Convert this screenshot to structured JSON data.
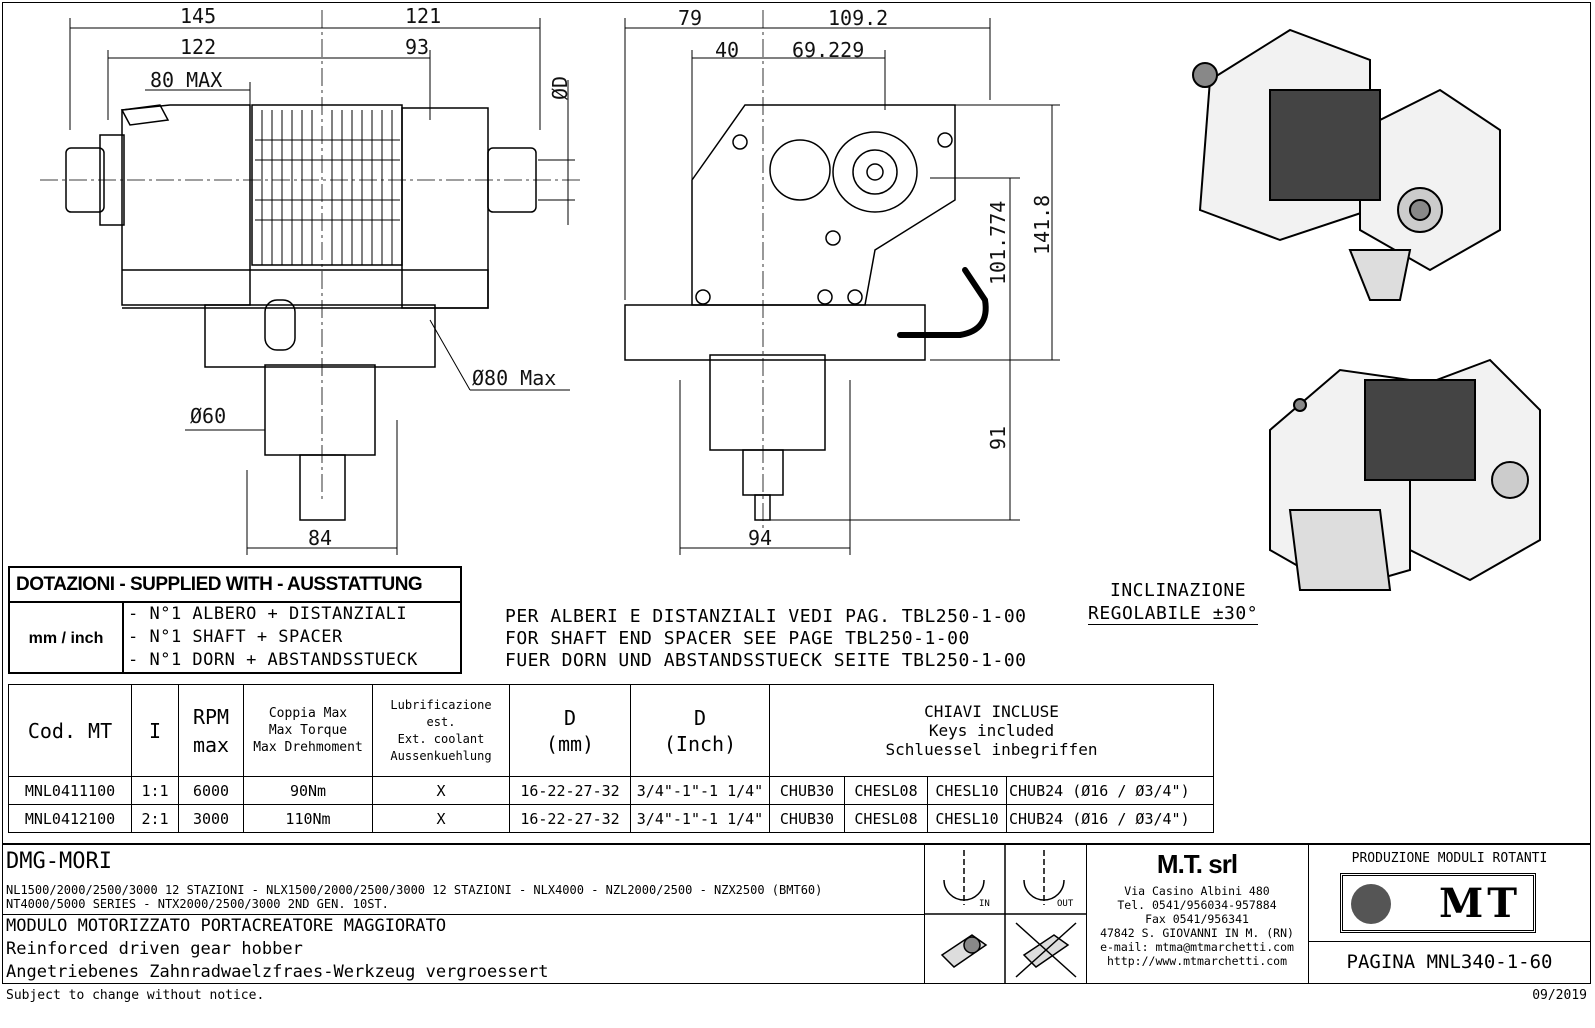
{
  "drawing": {
    "front_dims": {
      "w145": "145",
      "w121": "121",
      "w122": "122",
      "w93": "93",
      "max80": "80 MAX",
      "phiD": "ØD",
      "phi80": "Ø80 Max",
      "phi60": "Ø60",
      "w84": "84"
    },
    "side_dims": {
      "w79": "79",
      "w109": "109.2",
      "w40": "40",
      "w69": "69.229",
      "h101": "101.774",
      "h141": "141.8",
      "h91": "91",
      "w94": "94"
    },
    "inclination": {
      "line1": "INCLINAZIONE",
      "line2": "REGOLABILE ±30°"
    }
  },
  "supplied": {
    "title": "DOTAZIONI - SUPPLIED WITH - AUSSTATTUNG",
    "units": "mm / inch",
    "items": [
      "- N°1 ALBERO + DISTANZIALI",
      "- N°1 SHAFT + SPACER",
      "- N°1 DORN + ABSTANDSSTUECK"
    ]
  },
  "shaft_note": [
    "PER ALBERI E DISTANZIALI VEDI PAG. TBL250-1-00",
    "FOR SHAFT END SPACER SEE PAGE TBL250-1-00",
    "FUER DORN UND ABSTANDSSTUECK SEITE TBL250-1-00"
  ],
  "spec_table": {
    "headers": {
      "cod": "Cod. MT",
      "i": "I",
      "rpm1": "RPM",
      "rpm2": "max",
      "torque": [
        "Coppia Max",
        "Max Torque",
        "Max Drehmoment"
      ],
      "lub": [
        "Lubrificazione est.",
        "Ext. coolant",
        "Aussenkuehlung"
      ],
      "dmm": [
        "D",
        "(mm)"
      ],
      "dinch": [
        "D",
        "(Inch)"
      ],
      "keys": [
        "CHIAVI INCLUSE",
        "Keys included",
        "Schluessel inbegriffen"
      ]
    },
    "rows": [
      {
        "cod": "MNL0411100",
        "i": "1:1",
        "rpm": "6000",
        "torque": "90Nm",
        "lub": "X",
        "dmm": "16-22-27-32",
        "dinch": "3/4\"-1\"-1 1/4\"",
        "k1": "CHUB30",
        "k2": "CHESL08",
        "k3": "CHESL10",
        "k4": "CHUB24 (Ø16 / Ø3/4\")"
      },
      {
        "cod": "MNL0412100",
        "i": "2:1",
        "rpm": "3000",
        "torque": "110Nm",
        "lub": "X",
        "dmm": "16-22-27-32",
        "dinch": "3/4\"-1\"-1 1/4\"",
        "k1": "CHUB30",
        "k2": "CHESL08",
        "k3": "CHESL10",
        "k4": "CHUB24 (Ø16 / Ø3/4\")"
      }
    ]
  },
  "title_block": {
    "brand": "DMG-MORI",
    "machines1": "NL1500/2000/2500/3000 12 STAZIONI - NLX1500/2000/2500/3000 12 STAZIONI - NLX4000 - NZL2000/2500 - NZX2500 (BMT60)",
    "machines2": "NT4000/5000 SERIES - NTX2000/2500/3000 2ND GEN. 10ST.",
    "desc_it": "MODULO MOTORIZZATO PORTACREATORE MAGGIORATO",
    "desc_en": "Reinforced driven gear hobber",
    "desc_de": "Angetriebenes Zahnradwaelzfraes-Werkzeug vergroessert",
    "in": "IN",
    "out": "OUT",
    "company": "M.T. srl",
    "address": [
      "Via Casino Albini 480",
      "Tel. 0541/956034-957884",
      "Fax 0541/956341",
      "47842 S. GIOVANNI IN M. (RN)",
      "e-mail: mtma@mtmarchetti.com",
      "http://www.mtmarchetti.com"
    ],
    "production": "PRODUZIONE MODULI ROTANTI",
    "logo": "MT",
    "page": "PAGINA MNL340-1-60"
  },
  "footer": {
    "notice": "Subject to change without notice.",
    "date": "09/2019"
  }
}
